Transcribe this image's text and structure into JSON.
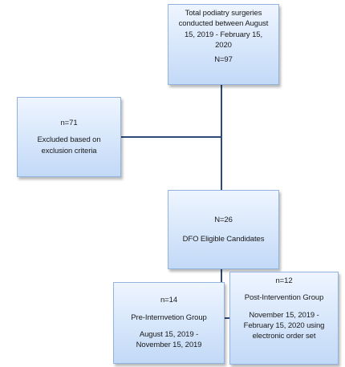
{
  "total": {
    "lines": [
      "Total podiatry surgeries",
      "conducted between August",
      "15, 2019  - February 15,",
      "2020"
    ],
    "n": "N=97"
  },
  "excluded": {
    "n": "n=71",
    "lines": [
      "Excluded based on",
      "exclusion criteria"
    ]
  },
  "eligible": {
    "n": "N=26",
    "label": "DFO Eligible  Candidates"
  },
  "pre": {
    "n": "n=14",
    "label": "Pre-Internvetion Group",
    "dates": [
      "August 15, 2019  -",
      "November 15, 2019"
    ]
  },
  "post": {
    "n": "n=12",
    "label": "Post-Intervention Group",
    "dates": [
      "November 15, 2019  -",
      "February 15, 2020  using",
      "electronic order set"
    ]
  },
  "colors": {
    "box_top": "#eef5ff",
    "box_bottom": "#c2d9f7",
    "box_border": "#93b3df",
    "connector": "#2e4a7a"
  }
}
